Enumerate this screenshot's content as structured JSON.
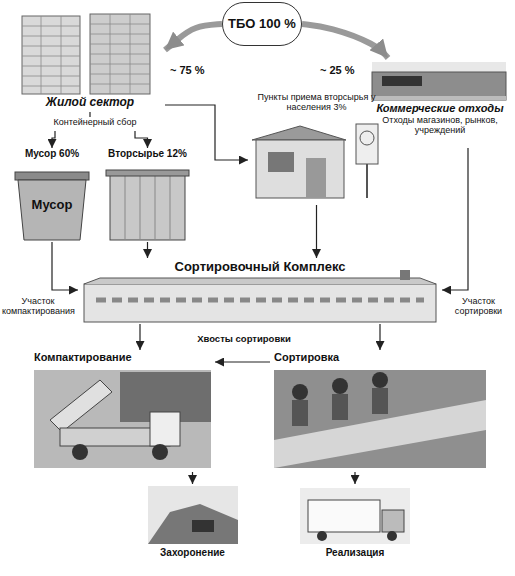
{
  "diagram": {
    "nodes": [
      {
        "text": [
          "ТБО 100 %"
        ]
      },
      {
        "text": [
          "Жилой сектор"
        ]
      },
      {
        "text": [
          "Коммерческие отходы",
          "Отходы магазинов, рынков, учреждений"
        ]
      },
      {
        "text": [
          "Контейнерный сбор"
        ]
      },
      {
        "text": [
          "Мусор 60%",
          "Мусор"
        ]
      },
      {
        "text": [
          "Вторсырье 12%"
        ]
      },
      {
        "text": [
          "Пункты приема вторсырья у населения 3%"
        ]
      },
      {
        "text": [
          "Сортировочный Комплекс"
        ]
      },
      {
        "text": [
          "Компактирование"
        ]
      },
      {
        "text": [
          "Сортировка"
        ]
      },
      {
        "text": [
          "Захоронение"
        ]
      },
      {
        "text": [
          "Реализация"
        ]
      }
    ],
    "edges": [
      {
        "from": 0,
        "to": 1,
        "arrow": "to",
        "label": "~ 75 %"
      },
      {
        "from": 0,
        "to": 2,
        "arrow": "to",
        "label": "~ 25 %"
      },
      {
        "from": 1,
        "to": 3,
        "arrow": "none"
      },
      {
        "from": 3,
        "to": 4,
        "arrow": "to"
      },
      {
        "from": 3,
        "to": 5,
        "arrow": "to"
      },
      {
        "from": 1,
        "to": 6,
        "arrow": "to"
      },
      {
        "from": 4,
        "to": 7,
        "arrow": "to"
      },
      {
        "from": 5,
        "to": 7,
        "arrow": "to"
      },
      {
        "from": 6,
        "to": 7,
        "arrow": "to"
      },
      {
        "from": 2,
        "to": 7,
        "arrow": "to"
      },
      {
        "from": 7,
        "to": 8,
        "arrow": "to"
      },
      {
        "from": 7,
        "to": 9,
        "arrow": "to"
      },
      {
        "from": 9,
        "to": 8,
        "arrow": "to",
        "label": "Хвосты сортировки"
      },
      {
        "from": 8,
        "to": 10,
        "arrow": "to"
      },
      {
        "from": 9,
        "to": 11,
        "arrow": "to"
      }
    ],
    "labels": [
      "Участок компактирования",
      "Участок сортировки"
    ]
  }
}
